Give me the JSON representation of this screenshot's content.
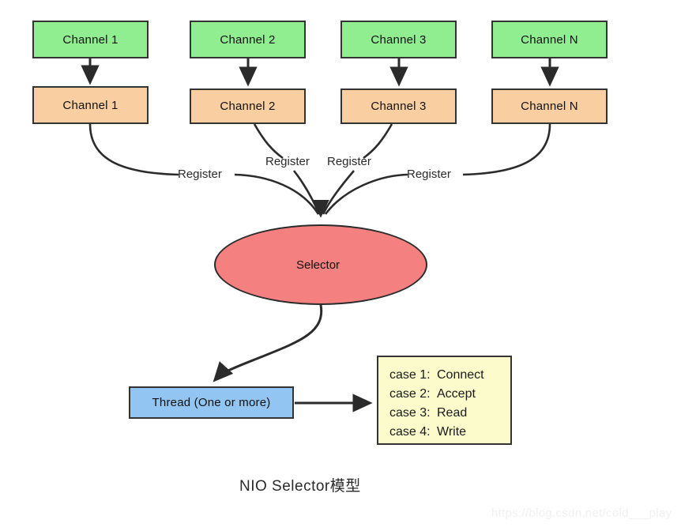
{
  "diagram": {
    "title": "NIO Selector模型",
    "watermark": "https://blog.csdn.net/cold___play",
    "colors": {
      "channel_top": "#90EE90",
      "channel_bottom": "#F9CFA1",
      "selector": "#F4817F",
      "thread": "#92C5F2",
      "cases": "#FBFBCC",
      "stroke": "#333333",
      "background": "#FFFFFF"
    },
    "channels_top": [
      {
        "label": "Channel 1"
      },
      {
        "label": "Channel 2"
      },
      {
        "label": "Channel 3"
      },
      {
        "label": "Channel N"
      }
    ],
    "channels_bottom": [
      {
        "label": "Channel 1"
      },
      {
        "label": "Channel 2"
      },
      {
        "label": "Channel 3"
      },
      {
        "label": "Channel N"
      }
    ],
    "register_labels": [
      {
        "label": "Register"
      },
      {
        "label": "Register"
      },
      {
        "label": "Register"
      },
      {
        "label": "Register"
      }
    ],
    "selector": {
      "label": "Selector"
    },
    "thread": {
      "label": "Thread (One or more)"
    },
    "cases": [
      {
        "key": "case 1:",
        "value": "Connect"
      },
      {
        "key": "case 2:",
        "value": "Accept"
      },
      {
        "key": "case 3:",
        "value": "Read"
      },
      {
        "key": "case 4:",
        "value": "Write"
      }
    ]
  }
}
